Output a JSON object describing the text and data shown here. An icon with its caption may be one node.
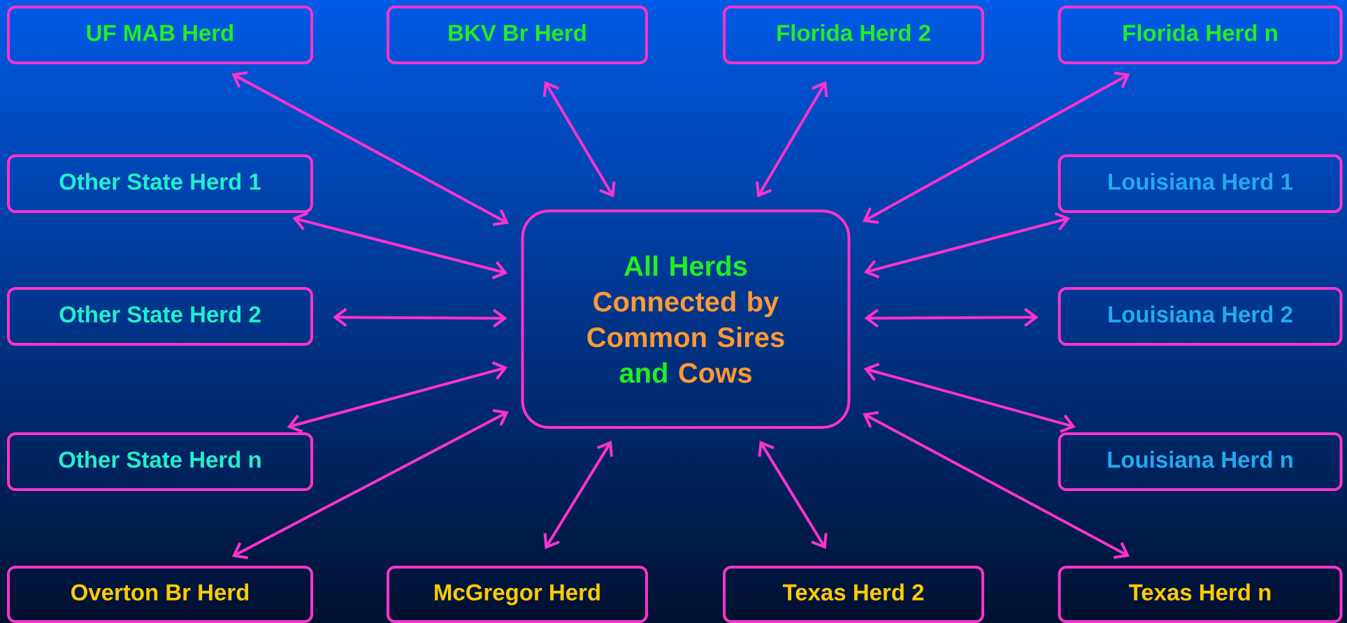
{
  "diagram": {
    "nodes": [
      {
        "text": [
          "UF MAB Herd"
        ]
      },
      {
        "text": [
          "BKV Br Herd"
        ]
      },
      {
        "text": [
          "Florida Herd 2"
        ]
      },
      {
        "text": [
          "Florida Herd n"
        ]
      },
      {
        "text": [
          "Other State Herd 1"
        ]
      },
      {
        "text": [
          "Louisiana Herd 1"
        ]
      },
      {
        "text": [
          "All Herds",
          "Connected by Common Sires",
          "and",
          "Cows"
        ]
      },
      {
        "text": [
          "Other State Herd 2"
        ]
      },
      {
        "text": [
          "Louisiana Herd 2"
        ]
      },
      {
        "text": [
          "Other State Herd n"
        ]
      },
      {
        "text": [
          "Louisiana Herd n"
        ]
      },
      {
        "text": [
          "Overton Br Herd"
        ]
      },
      {
        "text": [
          "McGregor Herd"
        ]
      },
      {
        "text": [
          "Texas Herd 2"
        ]
      },
      {
        "text": [
          "Texas Herd n"
        ]
      }
    ],
    "edges": [
      {
        "from": 6,
        "to": 0,
        "arrow": "both"
      },
      {
        "from": 6,
        "to": 1,
        "arrow": "both"
      },
      {
        "from": 6,
        "to": 2,
        "arrow": "both"
      },
      {
        "from": 6,
        "to": 3,
        "arrow": "both"
      },
      {
        "from": 6,
        "to": 4,
        "arrow": "both"
      },
      {
        "from": 6,
        "to": 5,
        "arrow": "both"
      },
      {
        "from": 6,
        "to": 7,
        "arrow": "both"
      },
      {
        "from": 6,
        "to": 8,
        "arrow": "both"
      },
      {
        "from": 6,
        "to": 9,
        "arrow": "both"
      },
      {
        "from": 6,
        "to": 10,
        "arrow": "both"
      },
      {
        "from": 6,
        "to": 11,
        "arrow": "both"
      },
      {
        "from": 6,
        "to": 12,
        "arrow": "both"
      },
      {
        "from": 6,
        "to": 13,
        "arrow": "both"
      },
      {
        "from": 6,
        "to": 14,
        "arrow": "both"
      }
    ]
  }
}
